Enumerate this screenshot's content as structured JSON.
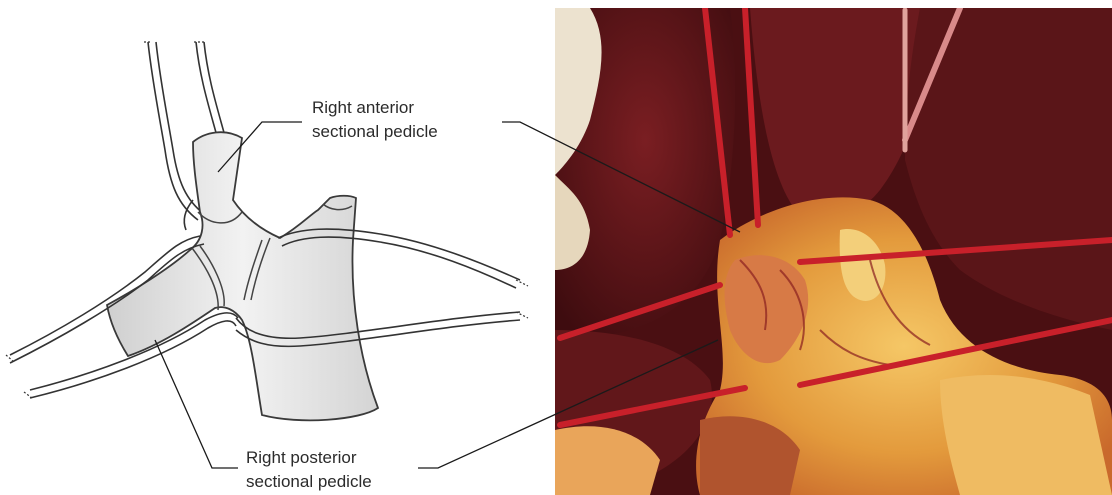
{
  "labels": {
    "anterior_line1": "Right anterior",
    "anterior_line2": "sectional pedicle",
    "posterior_line1": "Right posterior",
    "posterior_line2": "sectional pedicle"
  },
  "colors": {
    "vessel_fill": "#e6e6e6",
    "vessel_stroke": "#3a3a3a",
    "tape_red": "#c8202a",
    "fat_yellow": "#e8a83c",
    "liver_dark": "#5a1518"
  }
}
